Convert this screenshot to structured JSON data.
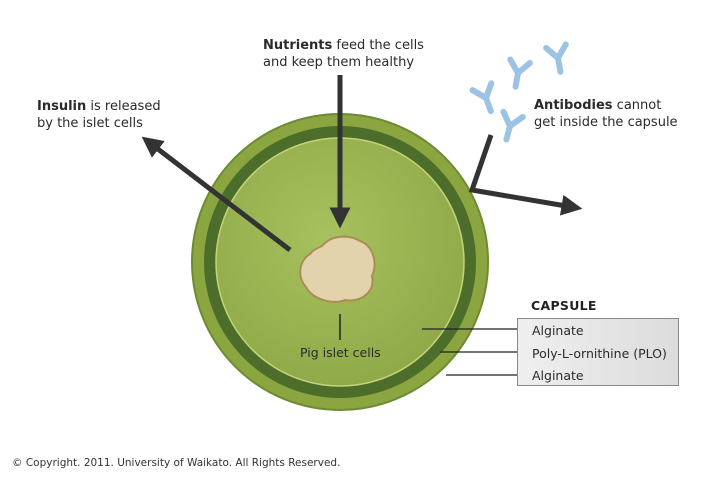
{
  "labels": {
    "nutrients_bold": "Nutrients",
    "nutrients_rest": " feed the cells",
    "nutrients_line2": "and keep them healthy",
    "insulin_bold": "Insulin",
    "insulin_rest": " is released",
    "insulin_line2": "by the islet cells",
    "antibodies_bold": "Antibodies",
    "antibodies_rest": " cannot",
    "antibodies_line2": "get inside the capsule",
    "islet": "Pig islet cells"
  },
  "capsule": {
    "title": "CAPSULE",
    "layers": [
      "Alginate",
      "Poly-L-ornithine (PLO)",
      "Alginate"
    ]
  },
  "copyright": "© Copyright. 2011. University of Waikato. All Rights Reserved.",
  "colors": {
    "outer_ring": "#8ba640",
    "dark_band": "#4d6e2a",
    "inner_fill": "#9ab454",
    "islet_fill": "#e3d3ad",
    "islet_stroke": "#aa8d55",
    "antibody": "#9cc3e4",
    "arrow": "#333333"
  }
}
